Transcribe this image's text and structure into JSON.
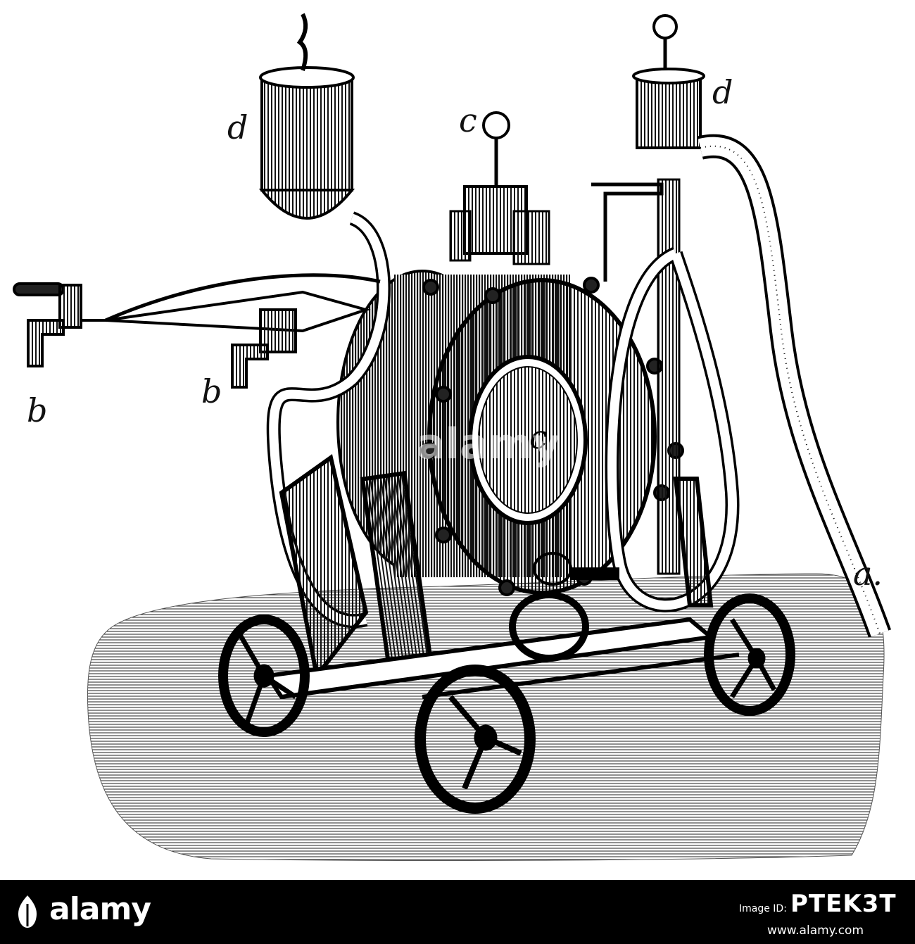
{
  "labels": {
    "d_left": "d",
    "d_right": "d",
    "c_top": "c",
    "c_center": "c",
    "b_left": "b",
    "b_mid": "b",
    "a": "a."
  },
  "watermark": "alamy",
  "footer": {
    "brand": "alamy",
    "image_id_label": "Image ID:",
    "image_id": "PTEK3T",
    "site": "www.alamy.com"
  },
  "colors": {
    "ink": "#111111",
    "footer_bg": "#000000",
    "footer_text": "#ffffff"
  }
}
